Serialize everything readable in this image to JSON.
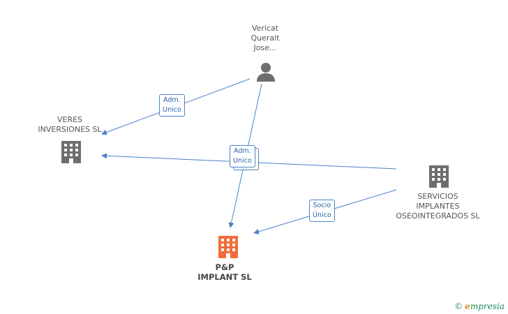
{
  "nodes": {
    "person": {
      "lines": [
        "Vericat",
        "Queralt",
        "Jose..."
      ]
    },
    "veres": {
      "lines": [
        "VERES",
        "INVERSIONES SL"
      ]
    },
    "servicios": {
      "lines": [
        "SERVICIOS",
        "IMPLANTES",
        "OSEOINTEGRADOS SL"
      ]
    },
    "pp": {
      "lines": [
        "P&P",
        "IMPLANT SL"
      ]
    }
  },
  "edges": {
    "adm1": {
      "lines": [
        "Adm.",
        "Unico"
      ]
    },
    "adm2": {
      "lines": [
        "Adm.",
        "Unico"
      ]
    },
    "socio": {
      "lines": [
        "Socio",
        "Único"
      ]
    }
  },
  "brand": {
    "copyright": "©",
    "e": "e",
    "rest": "mpresia"
  },
  "colors": {
    "edge": "#4a82c8",
    "company": "#6e6e6e",
    "target": "#f26c3a",
    "person": "#6e6e6e"
  }
}
